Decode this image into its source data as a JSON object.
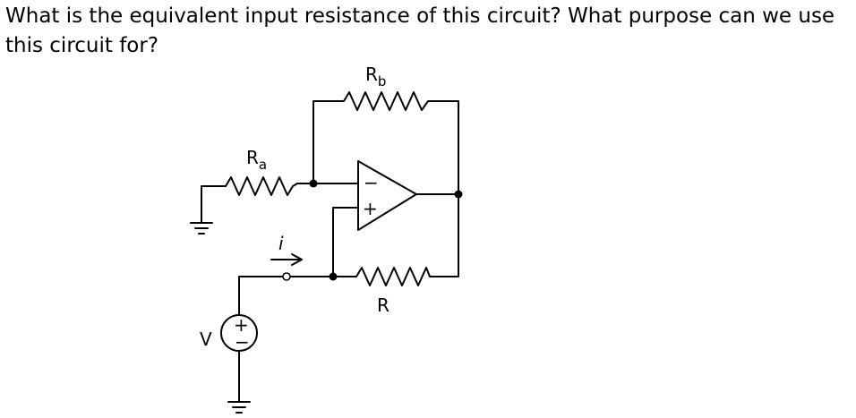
{
  "question": {
    "text": "What is the equivalent input resistance of this circuit? What purpose can we use this circuit for?"
  },
  "circuit": {
    "resistors": {
      "ra": {
        "symbol": "R",
        "subscript": "a"
      },
      "rb": {
        "symbol": "R",
        "subscript": "b"
      },
      "r": {
        "symbol": "R"
      }
    },
    "opamp": {
      "inverting_sign": "−",
      "noninverting_sign": "+"
    },
    "source": {
      "label": "V",
      "plus": "+",
      "minus": "−"
    },
    "current": {
      "label": "i"
    }
  }
}
